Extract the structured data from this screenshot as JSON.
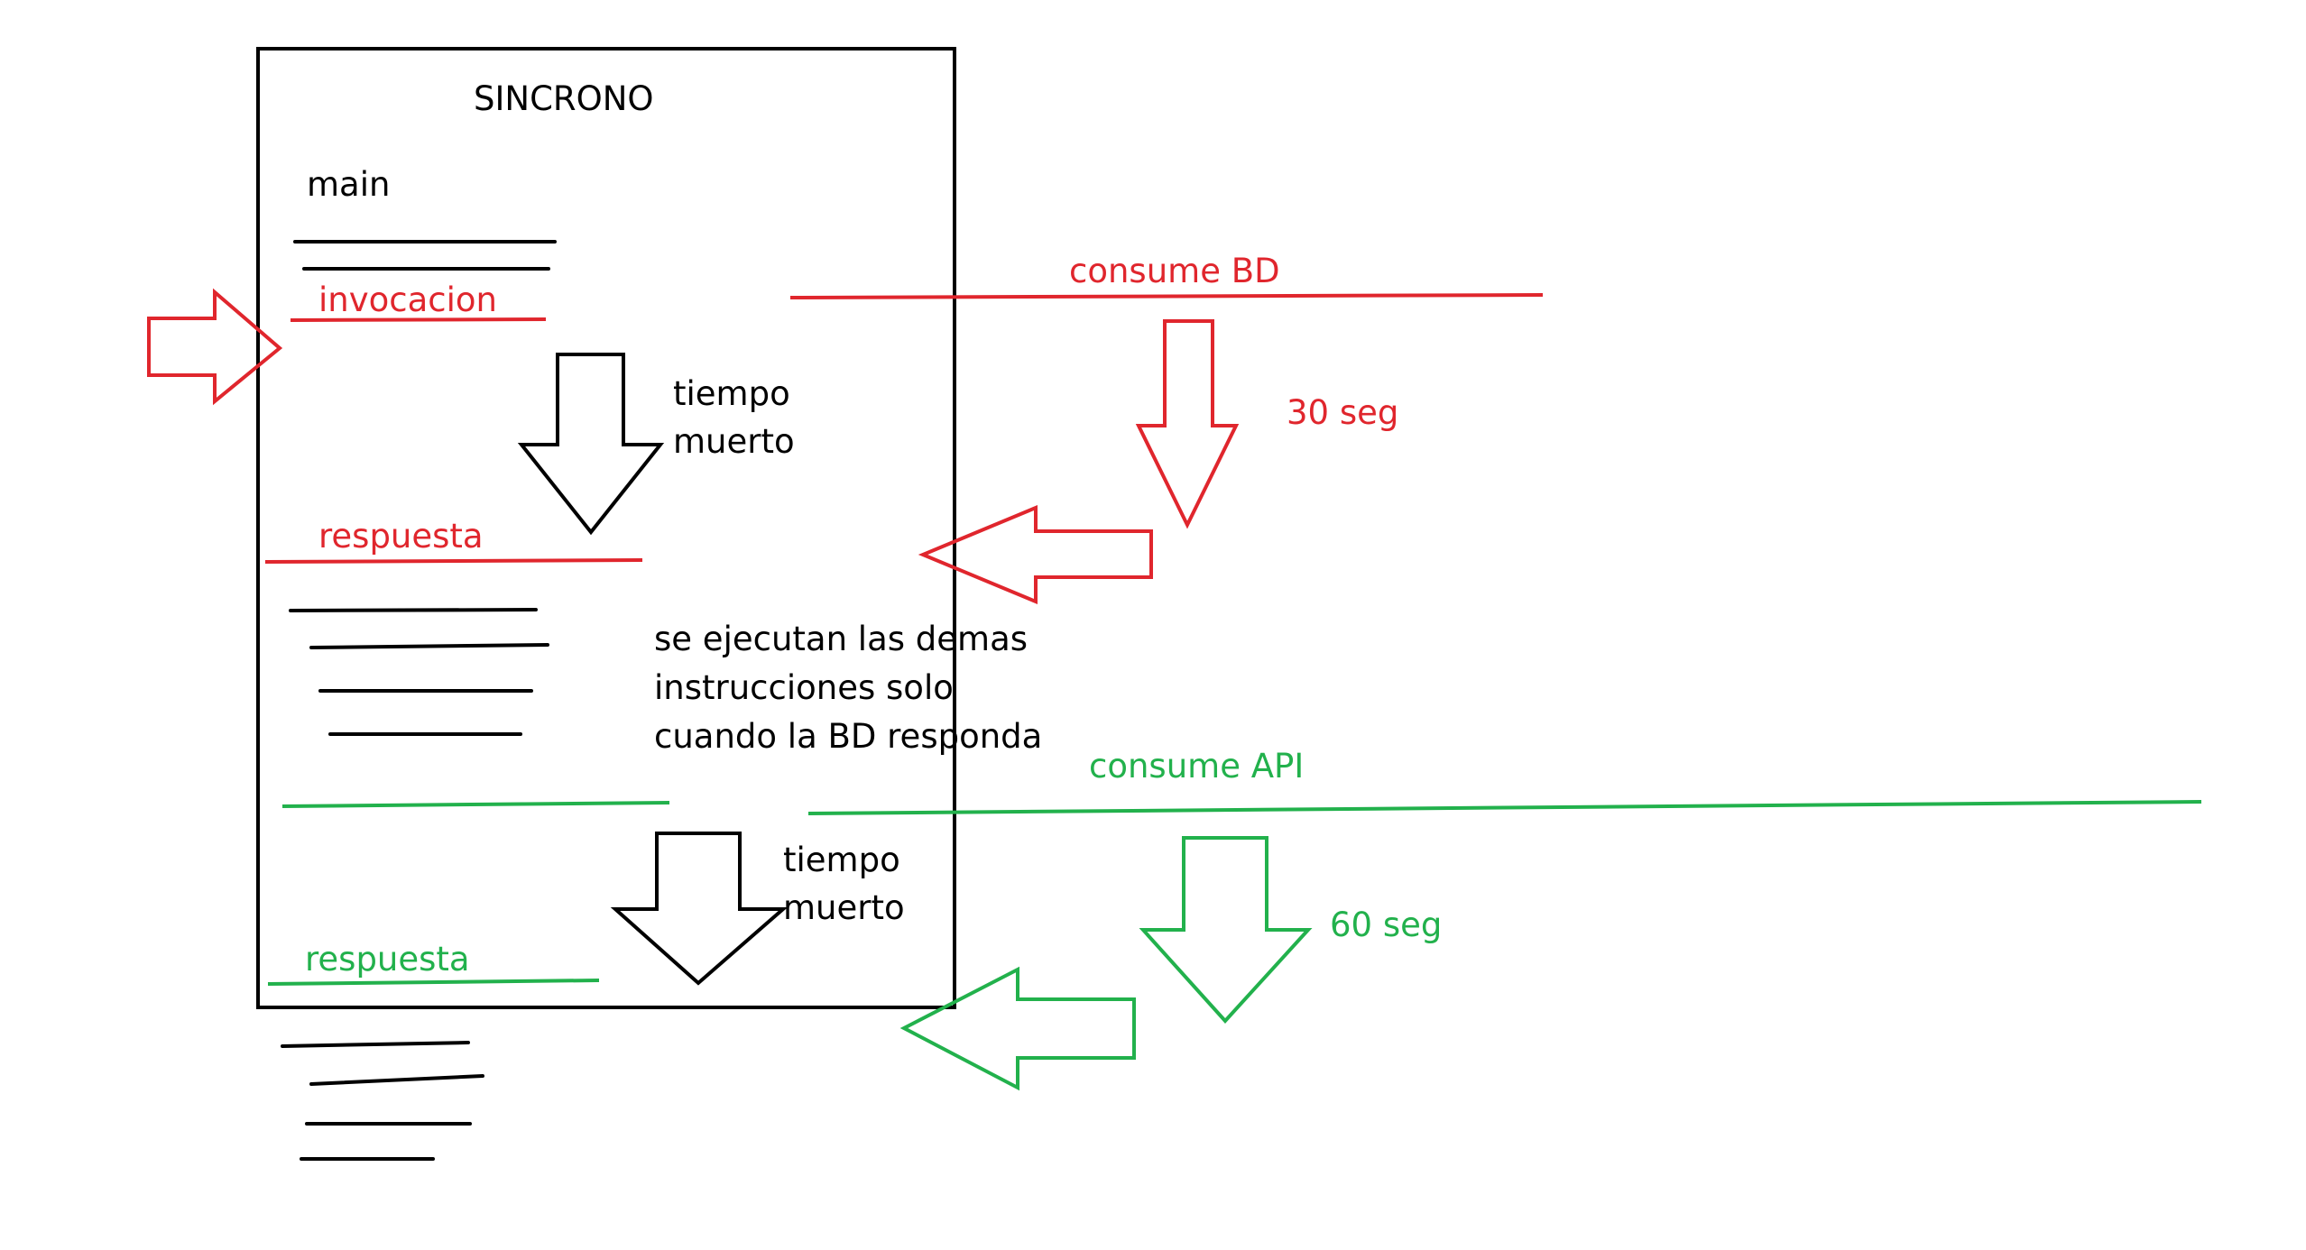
{
  "colors": {
    "ink": "#000000",
    "red": "#e0262d",
    "green": "#22b14c",
    "background": "#ffffff"
  },
  "box": {
    "title": "SINCRONO",
    "main_label": "main"
  },
  "db_section": {
    "invocation_label": "invocacion",
    "consume_label": "consume BD",
    "idle_label_line1": "tiempo",
    "idle_label_line2": "muerto",
    "wait_label": "30 seg",
    "response_label": "respuesta",
    "note_line1": "se ejecutan las demas",
    "note_line2": "instrucciones solo",
    "note_line3": "cuando la BD responda"
  },
  "api_section": {
    "consume_label": "consume API",
    "idle_label_line1": "tiempo",
    "idle_label_line2": "muerto",
    "wait_label": "60 seg",
    "response_label": "respuesta"
  }
}
